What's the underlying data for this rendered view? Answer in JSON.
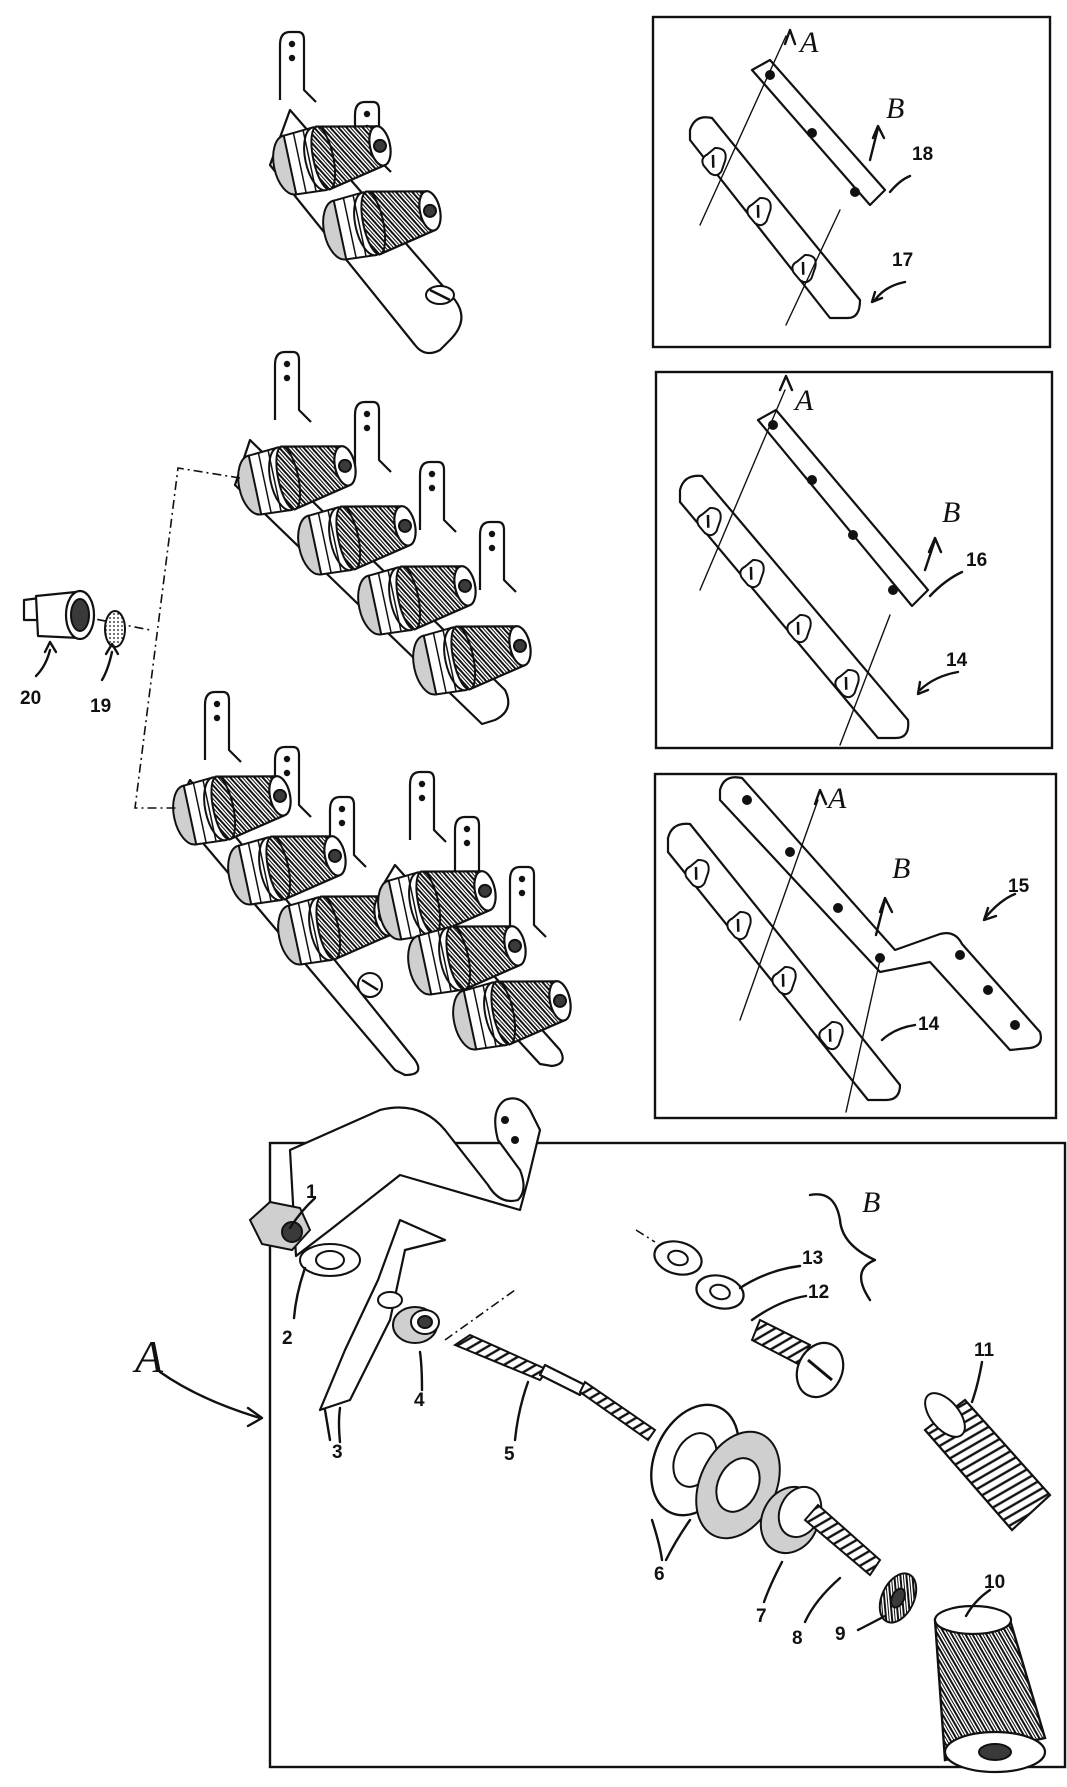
{
  "callouts": {
    "c1": "1",
    "c2": "2",
    "c3": "3",
    "c4": "4",
    "c5": "5",
    "c6": "6",
    "c7": "7",
    "c8": "8",
    "c9": "9",
    "c10": "10",
    "c11": "11",
    "c12": "12",
    "c13": "13",
    "c14a": "14",
    "c14b": "14",
    "c15": "15",
    "c16": "16",
    "c17": "17",
    "c18": "18",
    "c19": "19",
    "c20": "20"
  },
  "view_letters": {
    "a_main": "A",
    "b_main": "B",
    "a_inset1": "A",
    "b_inset1": "B",
    "a_inset2": "A",
    "b_inset2": "B",
    "a_inset3": "A",
    "b_inset3": "B"
  },
  "icons": {
    "binding_post_assembly": "binding-post-assembly-icon",
    "mounting_strip": "mounting-strip-icon",
    "knurled_cap": "knurled-cap-icon",
    "spring": "spring-icon"
  }
}
